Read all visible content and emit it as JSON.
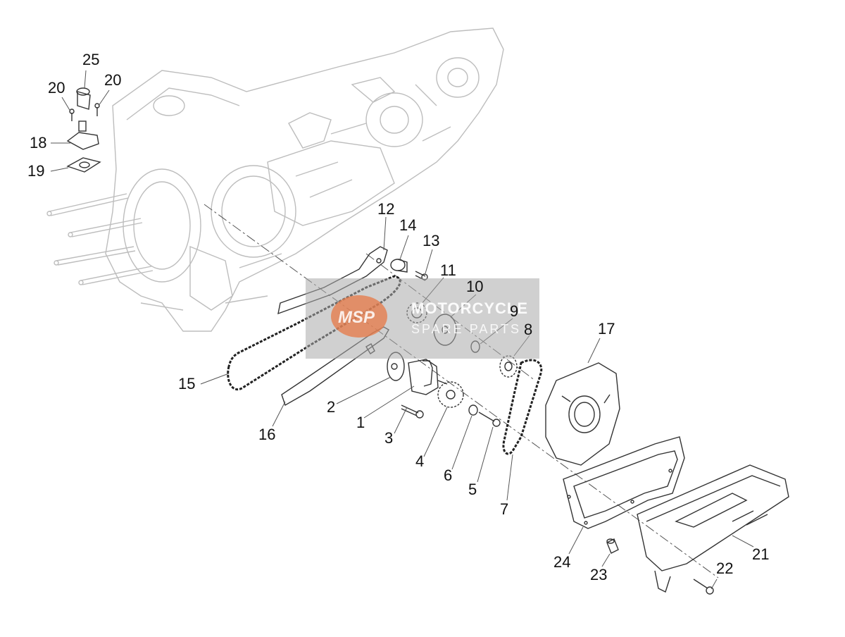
{
  "diagram": {
    "part_labels": [
      {
        "id": "1",
        "text": "1"
      },
      {
        "id": "2",
        "text": "2"
      },
      {
        "id": "3",
        "text": "3"
      },
      {
        "id": "4",
        "text": "4"
      },
      {
        "id": "5",
        "text": "5"
      },
      {
        "id": "6",
        "text": "6"
      },
      {
        "id": "7",
        "text": "7"
      },
      {
        "id": "8",
        "text": "8"
      },
      {
        "id": "9",
        "text": "9"
      },
      {
        "id": "10",
        "text": "10"
      },
      {
        "id": "11",
        "text": "11"
      },
      {
        "id": "12",
        "text": "12"
      },
      {
        "id": "13",
        "text": "13"
      },
      {
        "id": "14",
        "text": "14"
      },
      {
        "id": "15",
        "text": "15"
      },
      {
        "id": "16",
        "text": "16"
      },
      {
        "id": "17",
        "text": "17"
      },
      {
        "id": "18",
        "text": "18"
      },
      {
        "id": "19",
        "text": "19"
      },
      {
        "id": "20a",
        "text": "20"
      },
      {
        "id": "20b",
        "text": "20"
      },
      {
        "id": "21",
        "text": "21"
      },
      {
        "id": "22",
        "text": "22"
      },
      {
        "id": "23",
        "text": "23"
      },
      {
        "id": "24",
        "text": "24"
      },
      {
        "id": "25",
        "text": "25"
      }
    ]
  },
  "watermark": {
    "logo_text": "MSP",
    "line1": "MOTORCYCLE",
    "line2": "SPARE PARTS",
    "logo_color": "#e77846"
  },
  "colors": {
    "line_art": "#bdbdbd",
    "part_lines": "#333333",
    "label_text": "#111111"
  }
}
